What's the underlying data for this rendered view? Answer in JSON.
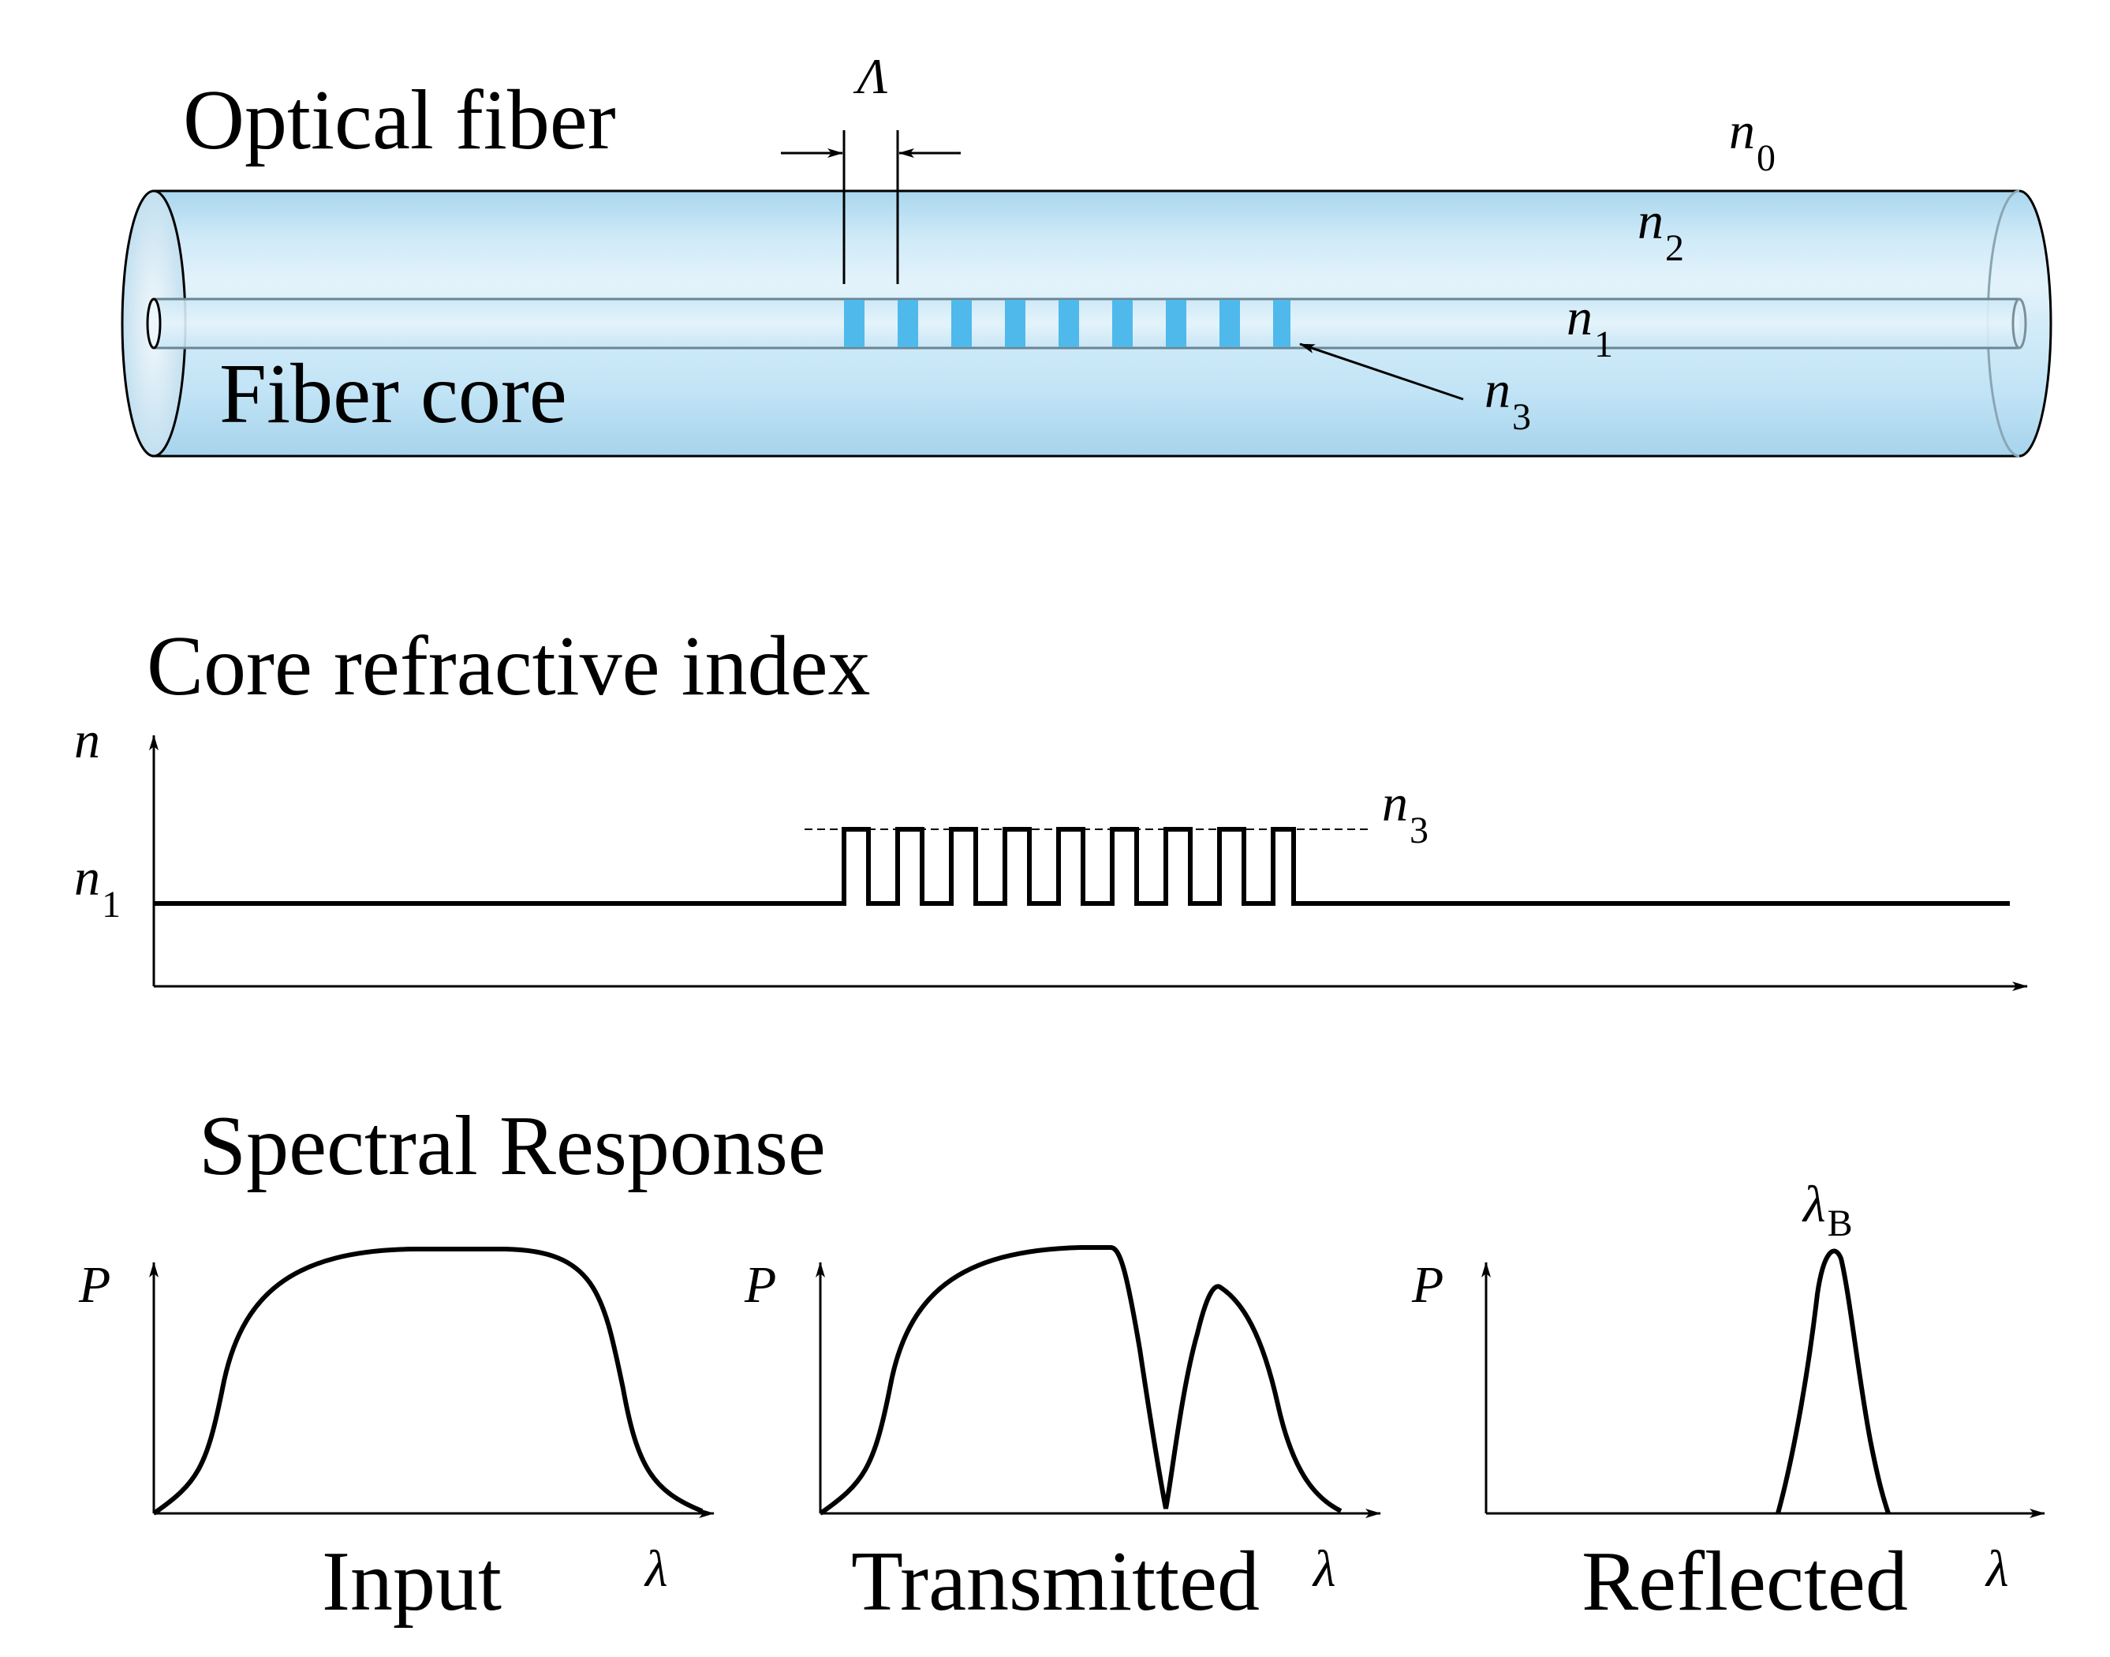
{
  "fiber": {
    "title": "Optical fiber",
    "core_label": "Fiber core",
    "period_symbol": "Λ",
    "n0": {
      "main": "n",
      "sub": "0"
    },
    "n1": {
      "main": "n",
      "sub": "1"
    },
    "n2": {
      "main": "n",
      "sub": "2"
    },
    "n3": {
      "main": "n",
      "sub": "3"
    },
    "grating_color": "#4fb9ec",
    "cladding_color": "#c6e6f6"
  },
  "index_plot": {
    "title": "Core refractive index",
    "y_axis_label": "n",
    "n1_label": {
      "main": "n",
      "sub": "1"
    },
    "n3_label": {
      "main": "n",
      "sub": "3"
    }
  },
  "spectral": {
    "title": "Spectral Response",
    "panels": [
      {
        "y_label": "P",
        "x_label": "λ",
        "caption": "Input"
      },
      {
        "y_label": "P",
        "x_label": "λ",
        "caption": "Transmitted"
      },
      {
        "y_label": "P",
        "x_label": "λ",
        "caption": "Reflected",
        "peak_label": {
          "main": "λ",
          "sub": "B"
        }
      }
    ]
  }
}
